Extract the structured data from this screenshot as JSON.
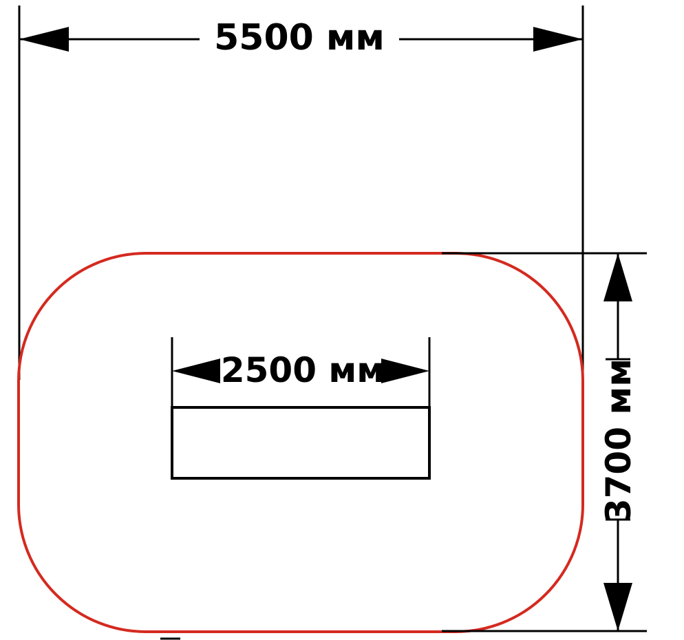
{
  "diagram": {
    "dimensions": {
      "overall_width": "5500 мм",
      "overall_height": "3700 мм",
      "inner_element_width": "2500 мм"
    },
    "colors": {
      "outline": "#d42a20",
      "lines": "#000000",
      "background": "#ffffff"
    }
  }
}
